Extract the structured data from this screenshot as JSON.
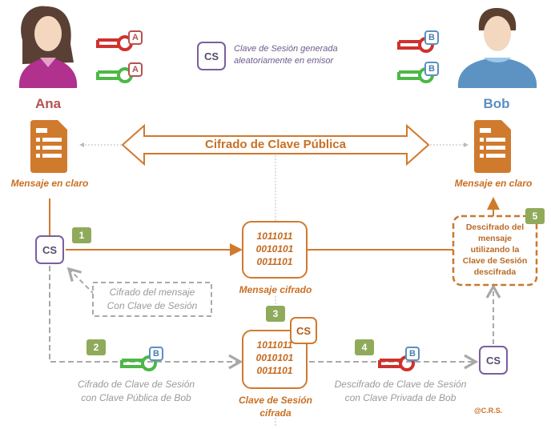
{
  "colors": {
    "orange": "#d07a2e",
    "purple": "#7b5ea0",
    "green_step": "#8faa5a",
    "private_key": "#d0312d",
    "public_key": "#4cb845",
    "gray": "#9a9a9a",
    "ana_name": "#b5524f",
    "bob_name": "#5a8fc1"
  },
  "ana": {
    "name": "Ana",
    "key_label": "A"
  },
  "bob": {
    "name": "Bob",
    "key_label": "B"
  },
  "legend": {
    "cs_label": "CS",
    "text_line1": "Clave de Sesión generada",
    "text_line2": "aleatoriamente en emisor"
  },
  "banner": {
    "title": "Cifrado de Clave Pública"
  },
  "doc_left": {
    "icon": "document-icon",
    "label": "Mensaje en claro"
  },
  "doc_right": {
    "icon": "document-icon",
    "label": "Mensaje en claro"
  },
  "cs_label": "CS",
  "steps": [
    "1",
    "2",
    "3",
    "4",
    "5"
  ],
  "cipher_note": {
    "line1": "Cifrado del mensaje",
    "line2": "Con Clave de Sesión"
  },
  "mensaje_cifrado": {
    "lines": [
      "1011011",
      "0010101",
      "0011101"
    ],
    "label": "Mensaje cifrado"
  },
  "clave_cifrada": {
    "lines": [
      "1011011",
      "0010101",
      "0011101"
    ],
    "label_line1": "Clave de Sesión",
    "label_line2": "cifrada"
  },
  "step2_text": {
    "line1": "Cifrado de Clave de Sesión",
    "line2": "con Clave Pública de Bob"
  },
  "step4_text": {
    "line1": "Descifrado de Clave de Sesión",
    "line2": "con Clave Privada de Bob"
  },
  "step5_text": {
    "lines": [
      "Descifrado del",
      "mensaje",
      "utilizando la",
      "Clave de Sesión",
      "descifrada"
    ]
  },
  "credit": "@C.R.S."
}
